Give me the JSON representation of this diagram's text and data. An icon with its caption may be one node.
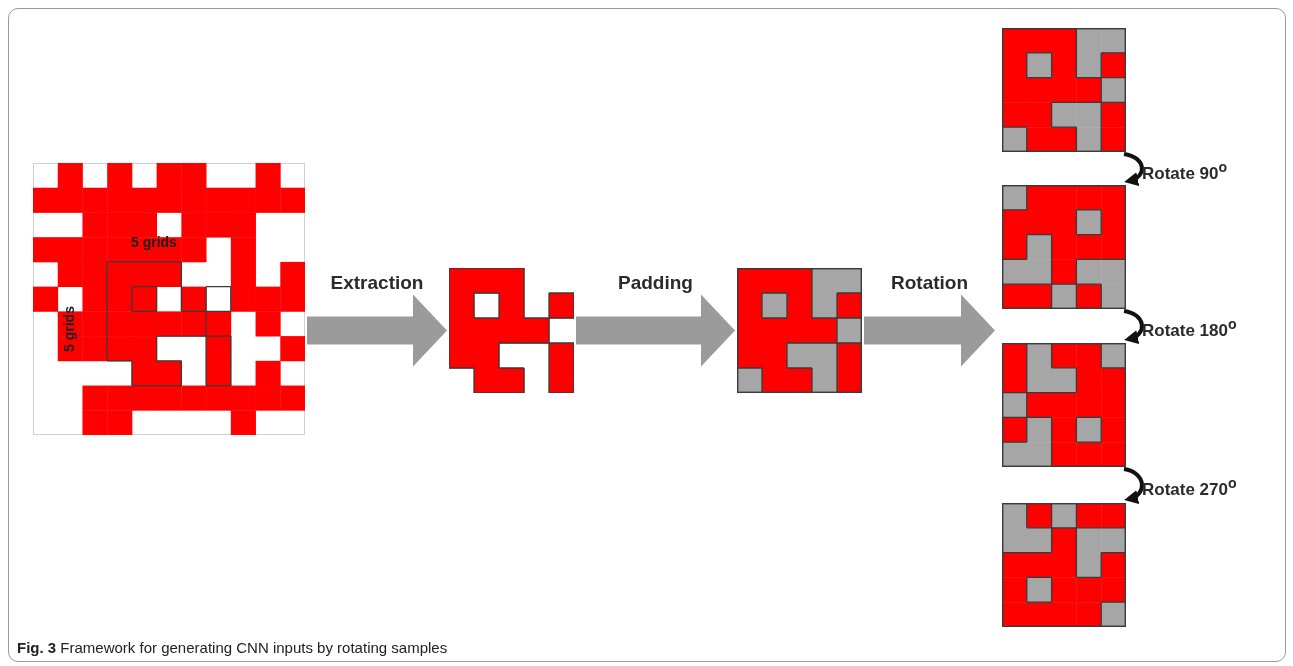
{
  "diagram": {
    "caption": "**Fig. 3** Framework for generating CNN inputs by rotating samples",
    "nodes": [
      {
        "text": [],
        "shape": "grid"
      },
      {
        "text": [],
        "shape": "grid"
      },
      {
        "text": [],
        "shape": "grid"
      },
      {
        "text": [],
        "shape": "grid"
      },
      {
        "text": [],
        "shape": "grid"
      },
      {
        "text": [],
        "shape": "grid"
      },
      {
        "text": [],
        "shape": "grid"
      }
    ],
    "edges": [
      {
        "from": 0,
        "to": 1,
        "arrow": "to",
        "label": "Extraction"
      },
      {
        "from": 1,
        "to": 2,
        "arrow": "to",
        "label": "Padding"
      },
      {
        "from": 2,
        "to": null,
        "arrow": "to",
        "label": "Rotation"
      },
      {
        "from": 3,
        "to": 4,
        "arrow": "to",
        "label": "Rotate 90$^{o}$"
      },
      {
        "from": 4,
        "to": 5,
        "arrow": "to",
        "label": "Rotate 180$^{o}$"
      },
      {
        "from": 5,
        "to": 6,
        "arrow": "to",
        "label": "Rotate 270$^{o}$"
      }
    ],
    "labels": [
      "5 grids",
      "5 grids"
    ]
  }
}
